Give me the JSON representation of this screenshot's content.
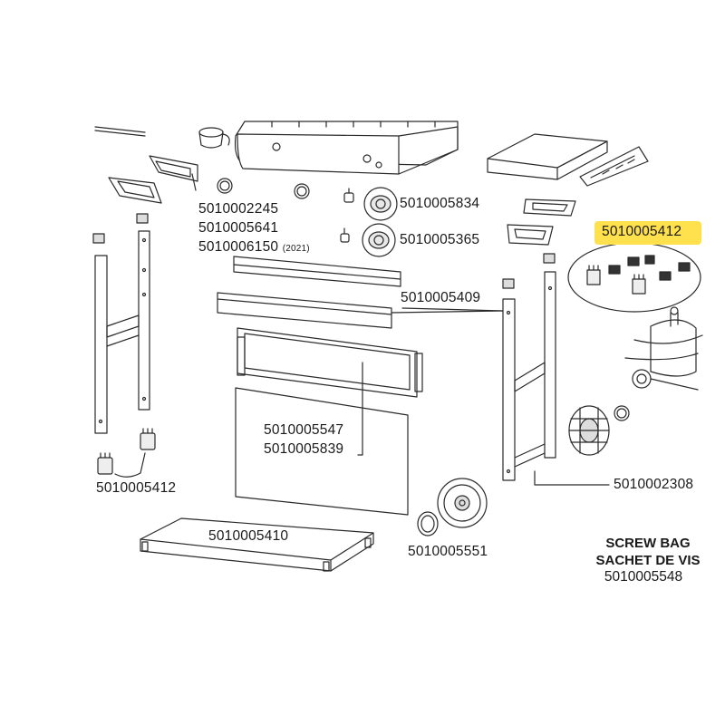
{
  "labels": {
    "p5010002245": "5010002245",
    "p5010005641": "5010005641",
    "p5010006150": "5010006150",
    "p5010006150_year": "(2021)",
    "p5010005834": "5010005834",
    "p5010005365": "5010005365",
    "p5010005412_highlight": "5010005412",
    "p5010005409": "5010005409",
    "p5010005547": "5010005547",
    "p5010005839": "5010005839",
    "p5010005412_left": "5010005412",
    "p5010005410": "5010005410",
    "p5010005551": "5010005551",
    "p5010002308": "5010002308"
  },
  "screw_bag": {
    "title_en": "SCREW BAG",
    "title_fr": "SACHET DE VIS",
    "part_number": "5010005548"
  },
  "colors": {
    "line": "#2a2a2a",
    "highlight": "#ffe14d",
    "part_fill": "#ffffff",
    "shade": "#d9d9d9"
  }
}
